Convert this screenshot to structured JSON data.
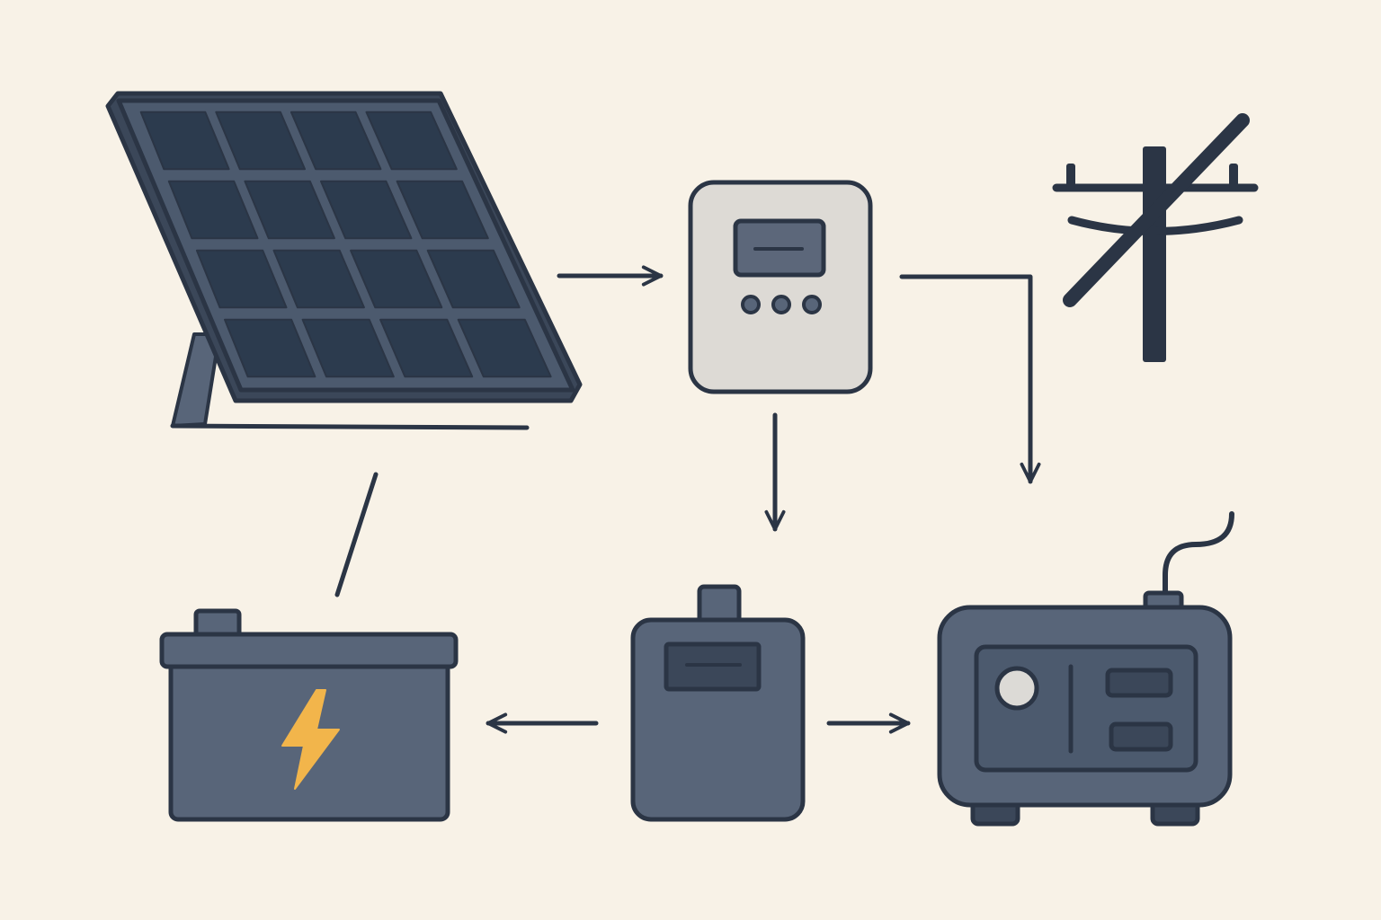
{
  "diagram": {
    "nodes": [
      {
        "id": "solar-panel",
        "icon": "solar-panel-icon"
      },
      {
        "id": "charge-controller",
        "icon": "charge-controller-icon"
      },
      {
        "id": "utility-grid",
        "icon": "utility-pole-crossed-icon",
        "state": "disconnected"
      },
      {
        "id": "battery",
        "icon": "battery-icon"
      },
      {
        "id": "inverter",
        "icon": "inverter-icon"
      },
      {
        "id": "power-station",
        "icon": "portable-power-station-icon"
      }
    ],
    "connections": [
      {
        "from": "solar-panel",
        "to": "charge-controller",
        "arrow": true
      },
      {
        "from": "charge-controller",
        "to": "inverter",
        "arrow": true
      },
      {
        "from": "charge-controller",
        "to": "power-station",
        "arrow": true
      },
      {
        "from": "inverter",
        "to": "battery",
        "arrow": true
      },
      {
        "from": "inverter",
        "to": "power-station",
        "arrow": true
      },
      {
        "from": "solar-panel",
        "to": "battery",
        "arrow": false
      }
    ]
  },
  "colors": {
    "background": "#f8f2e7",
    "outline": "#2b3545",
    "cell": "#2c3b4e",
    "panel_frame": "#4c5a6e",
    "body": "#586579",
    "controller_body": "#dddad5",
    "screen": "#5c677a",
    "bolt": "#f2b54b",
    "knob": "#dcdad6"
  }
}
